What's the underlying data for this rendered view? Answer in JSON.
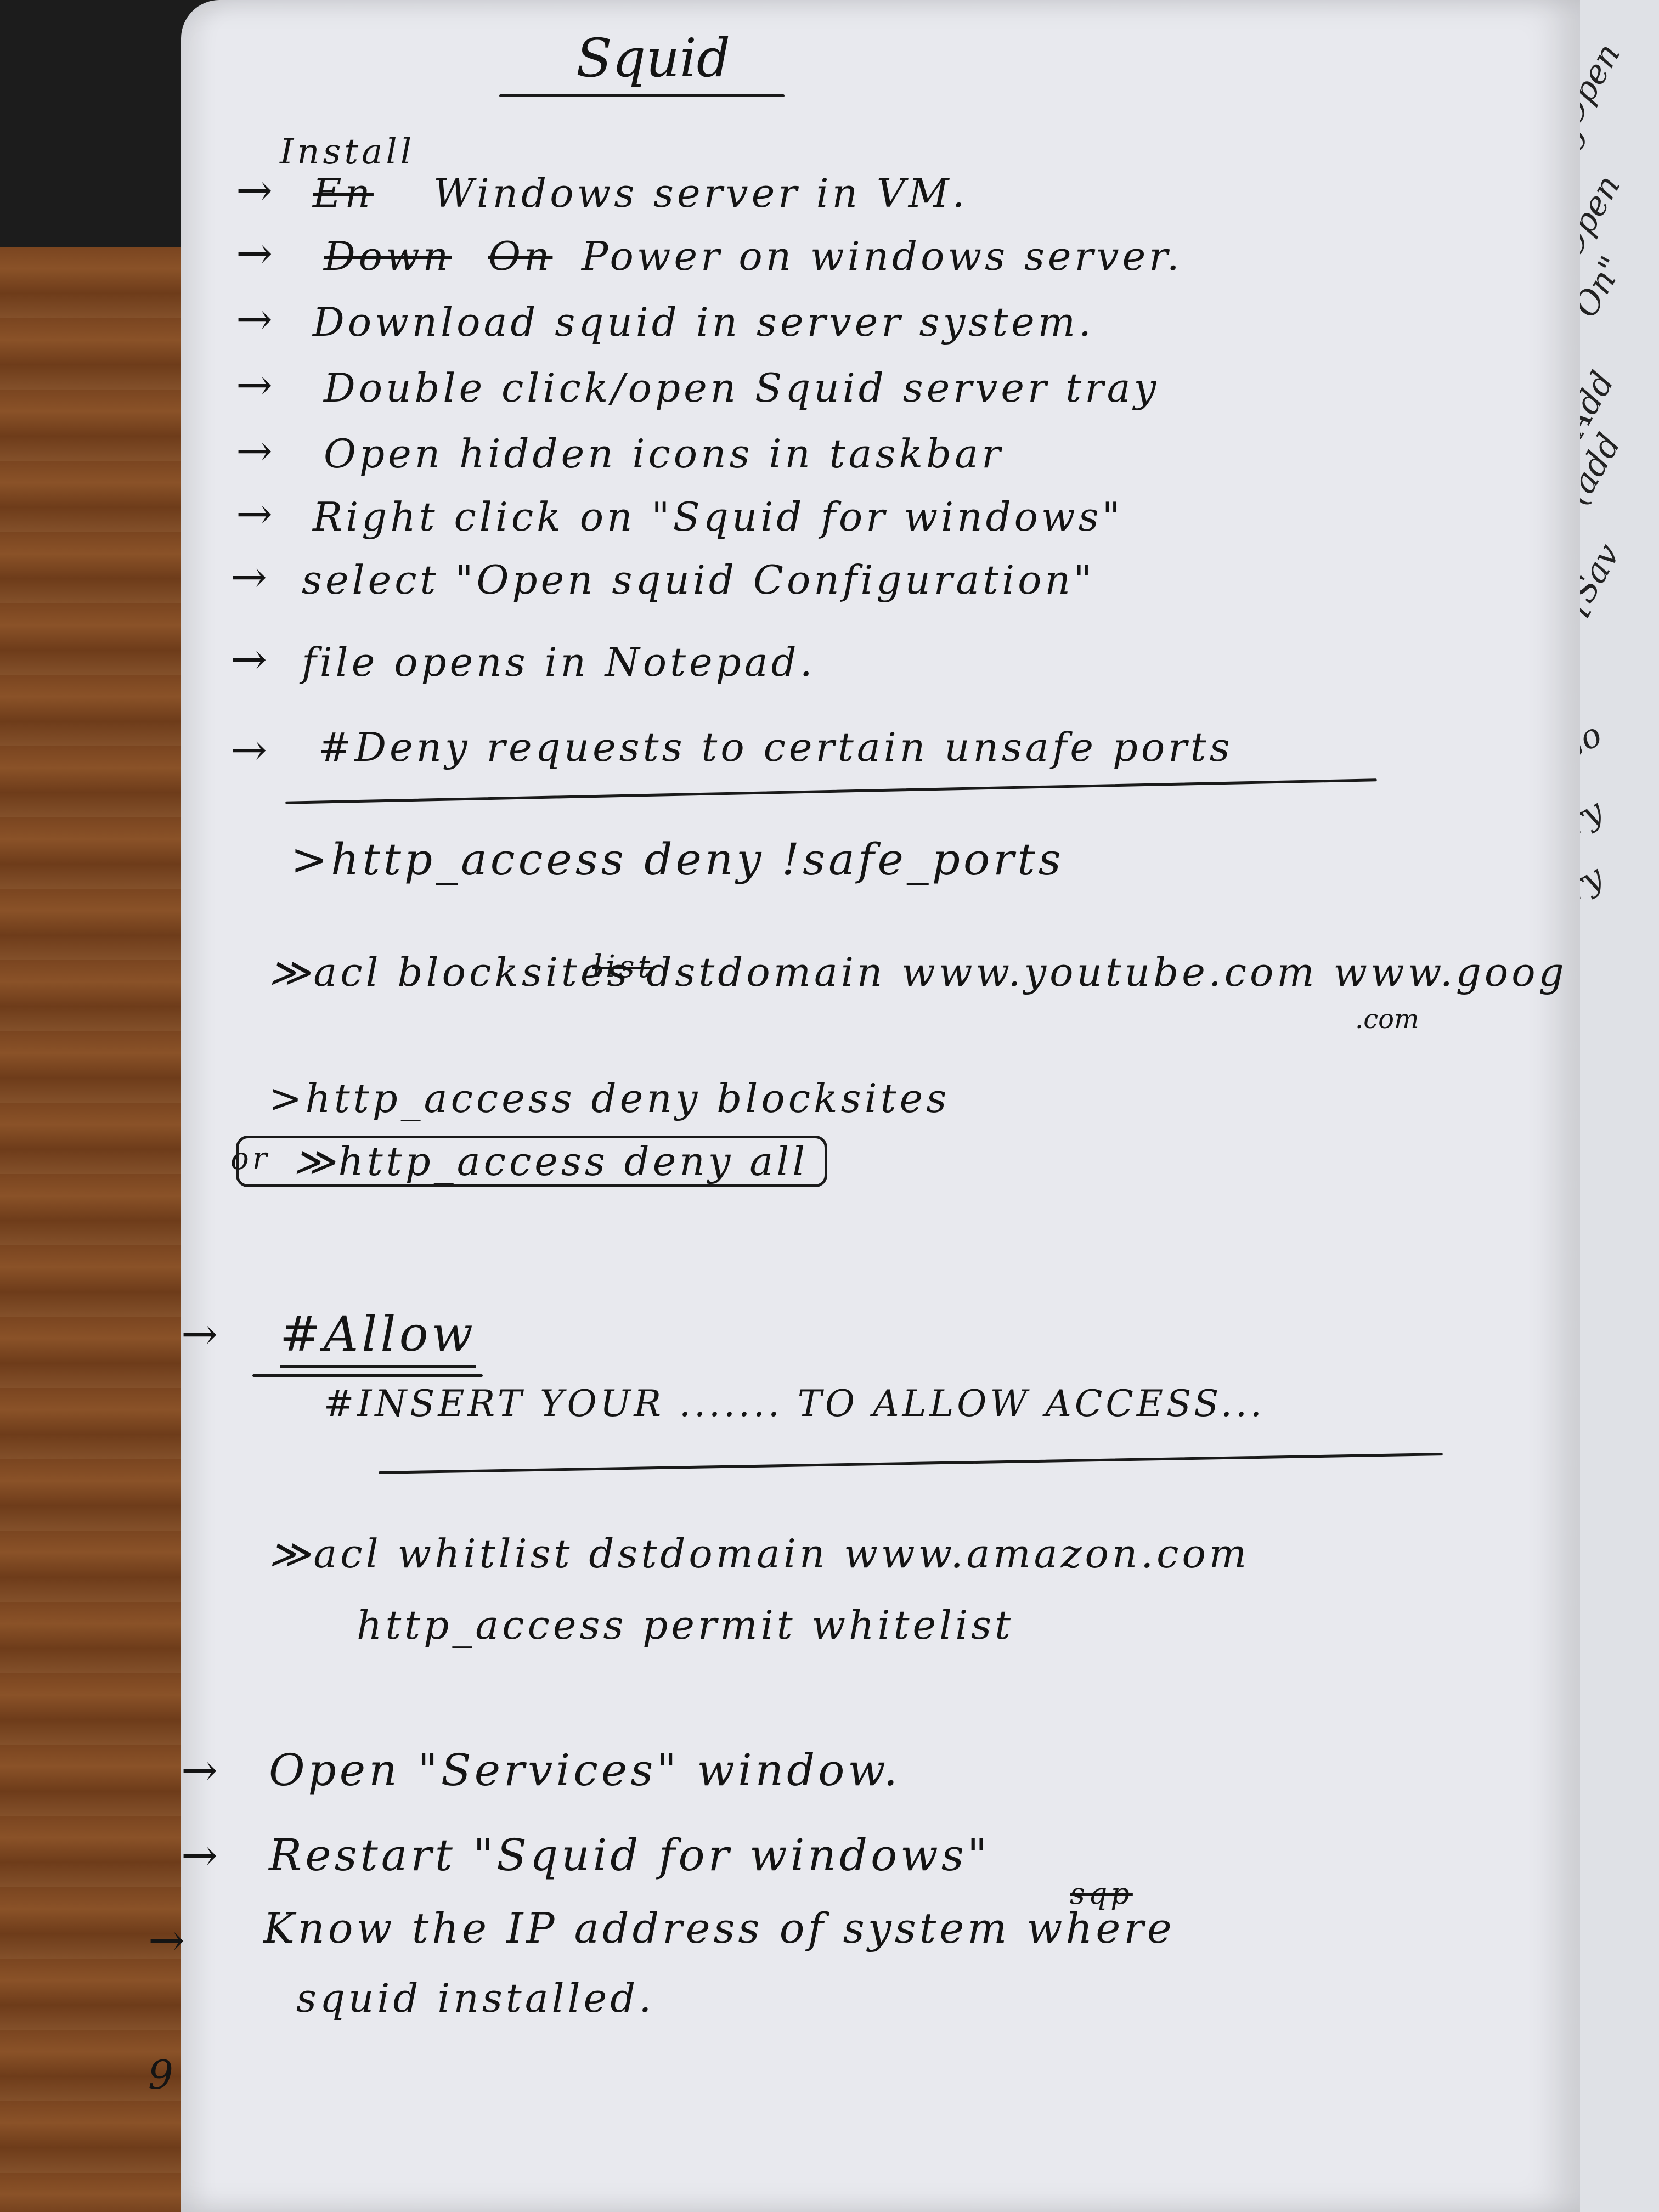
{
  "title": "Squid",
  "install_label": "Install",
  "steps_a": [
    {
      "arrow": "→",
      "text": "Windows server in VM."
    },
    {
      "arrow": "→",
      "text": "Power on windows server."
    },
    {
      "arrow": "→",
      "text": "Download squid in server system."
    },
    {
      "arrow": "→",
      "text": "Double click/open Squid server tray"
    },
    {
      "arrow": "→",
      "text": "Open hidden icons in taskbar"
    },
    {
      "arrow": "→",
      "text": "Right click on \"Squid for windows\""
    },
    {
      "arrow": "→",
      "text": "select \"Open squid Configuration\""
    },
    {
      "arrow": "→",
      "text": "file opens in Notepad."
    }
  ],
  "struck": {
    "s1": "En",
    "s2": "Down",
    "s3": "On"
  },
  "deny_section": {
    "arrow": "→",
    "heading": "#Deny requests to certain unsafe ports",
    "lines": [
      ">http_access deny !safe_ports",
      "≫acl blocksites dstdomain www.youtube.com www.goog",
      ">http_access deny blocksites"
    ],
    "struck_word": "list",
    "continuation": ".com",
    "or_prefix": "or",
    "boxed_line": "≫http_access deny all"
  },
  "allow_section": {
    "arrow": "→",
    "heading": "#Allow",
    "insert": "#INSERT YOUR ....... TO ALLOW ACCESS...",
    "lines": [
      "≫acl whitlist dstdomain www.amazon.com",
      "http_access permit whitelist"
    ]
  },
  "steps_b": [
    {
      "arrow": "→",
      "text": "Open \"Services\" window."
    },
    {
      "arrow": "→",
      "text": "Restart \"Squid for windows\""
    },
    {
      "arrow": "→",
      "text": "Know the IP address of system where"
    }
  ],
  "struck_sqp": "sqp",
  "last_line": "squid installed.",
  "page_number": "9",
  "margin_notes": [
    "Open",
    "Go",
    "Open",
    "\"On\"",
    "Add",
    "(add",
    "[Sav",
    "Go",
    "try",
    "try"
  ]
}
